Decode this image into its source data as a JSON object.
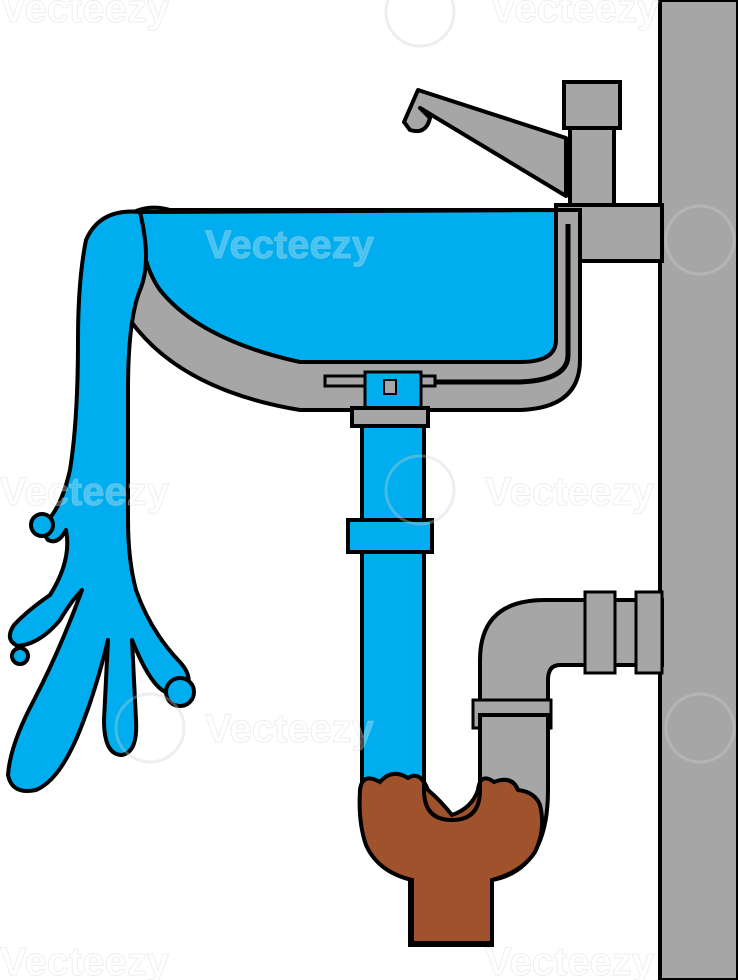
{
  "watermark": {
    "text": "Vecteezy"
  },
  "colors": {
    "pipe_gray": "#a6a6a7",
    "water_blue": "#00aeef",
    "clog_brown": "#a0522d",
    "outline": "#000000",
    "background": "#ffffff"
  },
  "parts": {
    "overflowing_water": "water-blue",
    "wall_drain_pipe": "pipe-gray",
    "clog": "clog-brown"
  }
}
